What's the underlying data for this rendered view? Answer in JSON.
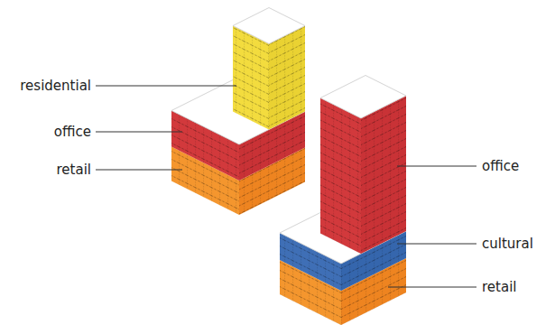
{
  "diagram": {
    "labels": [
      "residential",
      "office",
      "retail",
      "office",
      "cultural",
      "retail"
    ]
  }
}
